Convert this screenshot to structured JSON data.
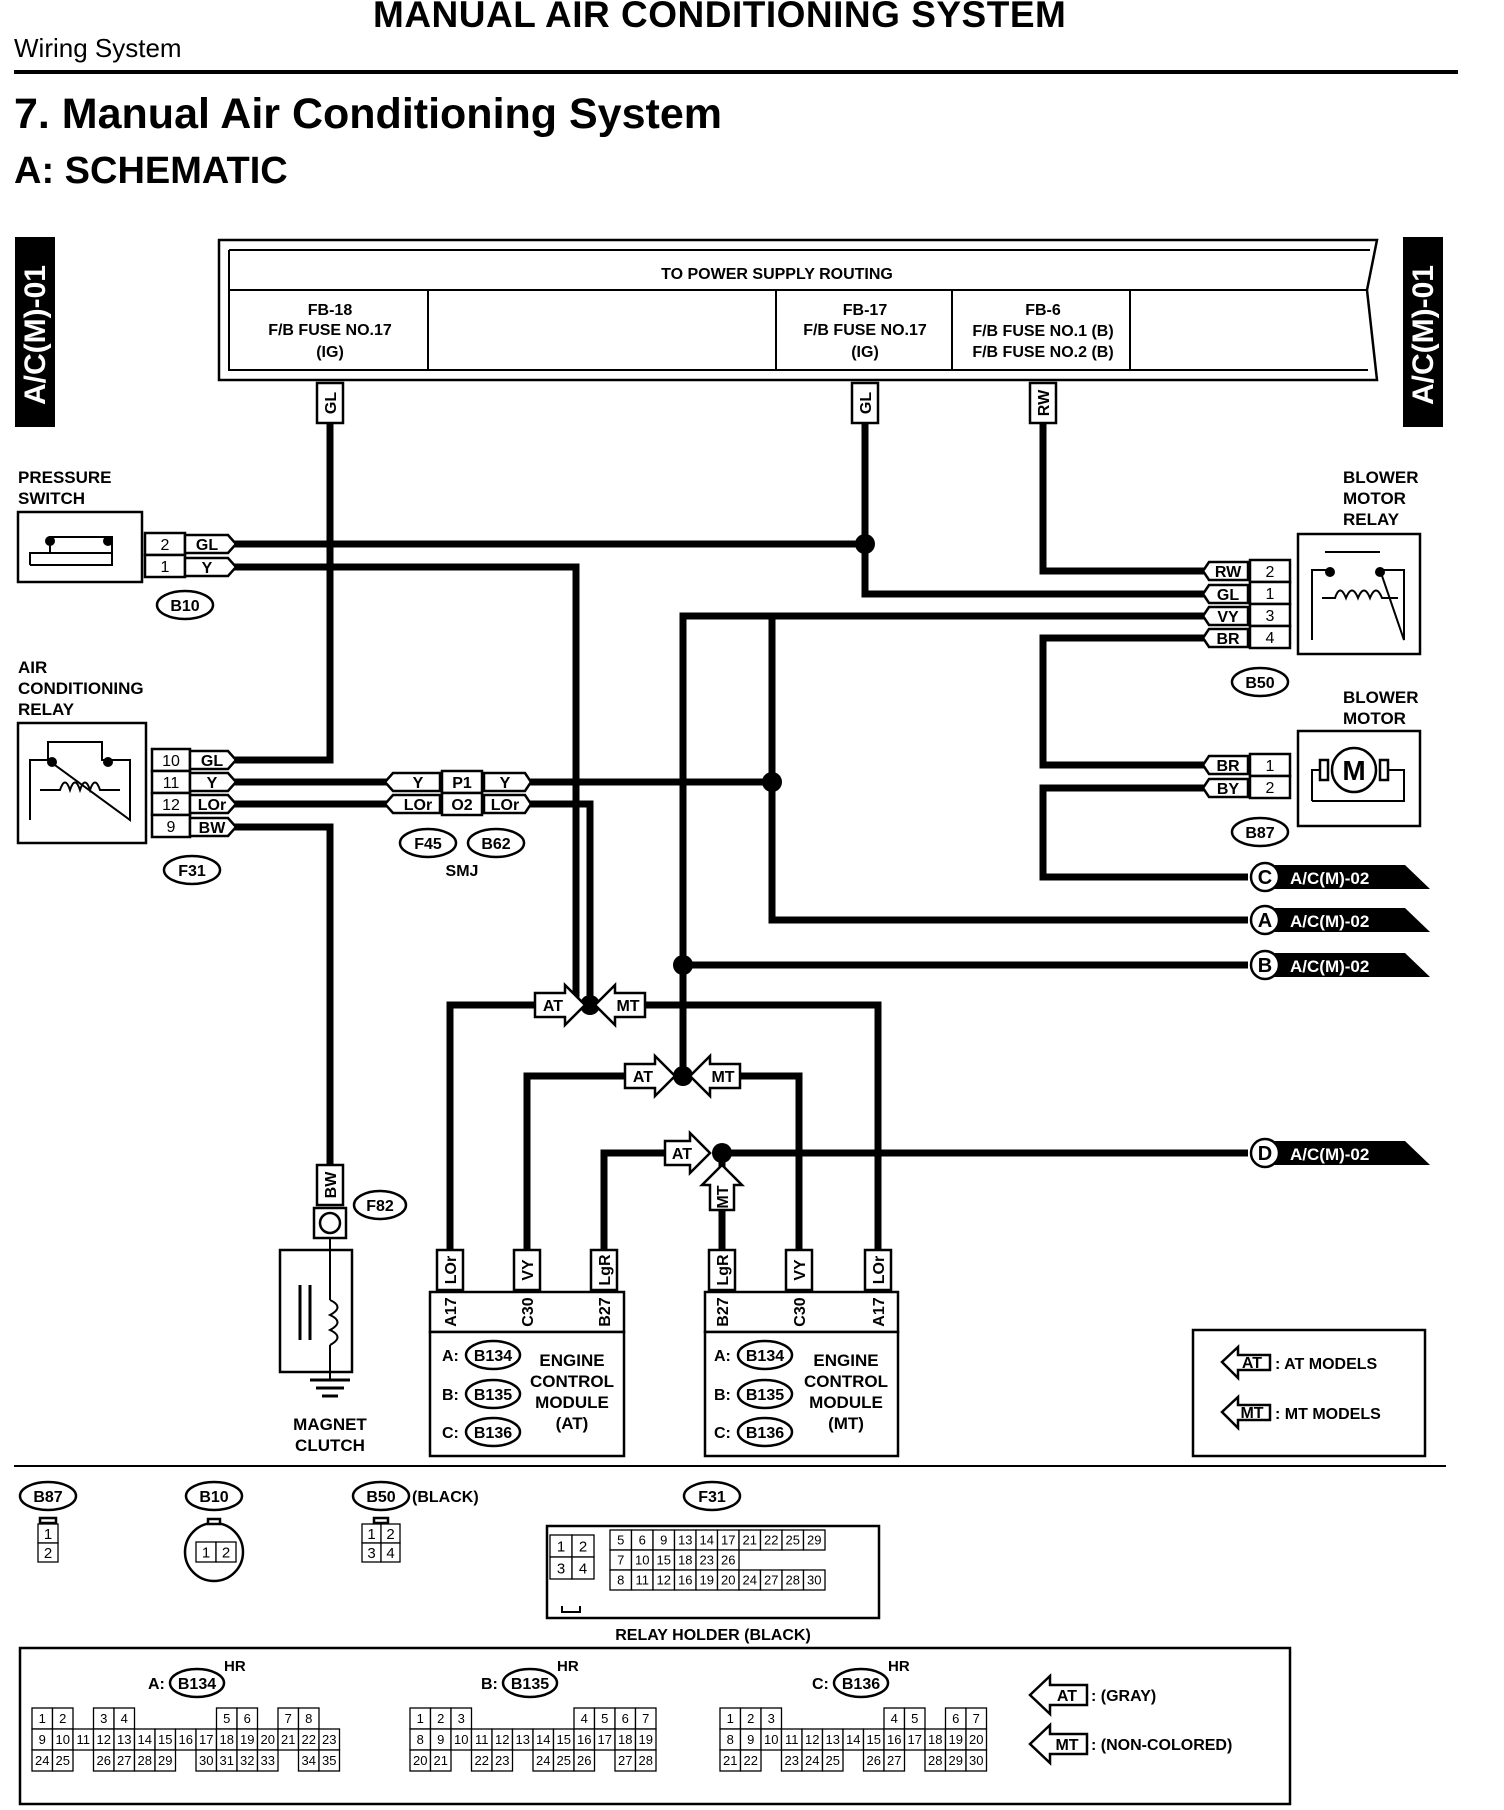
{
  "header": {
    "top_title": "MANUAL AIR CONDITIONING SYSTEM",
    "section_left": "Wiring System"
  },
  "section_title": "7.  Manual Air Conditioning System",
  "subsection_title": "A:  SCHEMATIC",
  "page_id": "A/C(M)-01",
  "power_box": {
    "title": "TO POWER SUPPLY ROUTING",
    "fb18": [
      "FB-18",
      "F/B FUSE NO.17",
      "(IG)"
    ],
    "fb17": [
      "FB-17",
      "F/B FUSE NO.17",
      "(IG)"
    ],
    "fb6": [
      "FB-6",
      "F/B FUSE NO.1 (B)",
      "F/B FUSE NO.2 (B)"
    ]
  },
  "wire_labels": {
    "gl": "GL",
    "y": "Y",
    "rw": "RW",
    "vy": "VY",
    "br": "BR",
    "by": "BY",
    "lor": "LOr",
    "bw": "BW",
    "lgr": "LgR"
  },
  "components": {
    "pressure_switch": "PRESSURE\nSWITCH",
    "ac_relay": "AIR\nCONDITIONING\nRELAY",
    "blower_relay": "BLOWER\nMOTOR\nRELAY",
    "blower_motor": "BLOWER\nMOTOR",
    "motor_symbol": "M",
    "magnet_clutch": "MAGNET\nCLUTCH",
    "smj": "SMJ",
    "ecm_at": "ENGINE\nCONTROL\nMODULE\n(AT)",
    "ecm_mt": "ENGINE\nCONTROL\nMODULE\n(MT)"
  },
  "connectors": {
    "b10": "B10",
    "f31": "F31",
    "b50": "B50",
    "b87": "B87",
    "f45": "F45",
    "b62": "B62",
    "f82": "F82",
    "b134": "B134",
    "b135": "B135",
    "b136": "B136"
  },
  "pins": {
    "p1": "1",
    "p2": "2",
    "p3": "3",
    "p4": "4",
    "p9": "9",
    "p10": "10",
    "p11": "11",
    "p12": "12",
    "smj_p1": "P1",
    "smj_o2": "O2",
    "a17": "A17",
    "c30": "C30",
    "b27": "B27",
    "ecm_a": "A:",
    "ecm_b": "B:",
    "ecm_c": "C:"
  },
  "markers": {
    "at": "AT",
    "mt": "MT",
    "c": "C",
    "a": "A",
    "b": "B",
    "d": "D",
    "ref": "A/C(M)-02"
  },
  "legend": {
    "at_models": ": AT MODELS",
    "mt_models": ": MT MODELS"
  },
  "connector_views": {
    "b50_color": "(BLACK)",
    "relay_holder": "RELAY HOLDER (BLACK)",
    "hr": "HR",
    "a_prefix": "A:",
    "b_prefix": "B:",
    "c_prefix": "C:",
    "gray": ": (GRAY)",
    "non_colored": ": (NON-COLORED)"
  },
  "pin_grids": {
    "b87": [
      [
        "1"
      ],
      [
        "2"
      ]
    ],
    "b10": [
      [
        "1",
        "2"
      ]
    ],
    "b50": [
      [
        "1",
        "2"
      ],
      [
        "3",
        "4"
      ]
    ],
    "f31_block1": [
      [
        "1",
        "2"
      ],
      [
        "3",
        "4"
      ]
    ],
    "f31_block2": [
      [
        "5",
        "6",
        "9",
        "13",
        "14",
        "17",
        "21",
        "22",
        "25",
        "29"
      ],
      [
        "7",
        "10",
        "15",
        "18",
        "23",
        "26"
      ],
      [
        "8",
        "11",
        "12",
        "16",
        "19",
        "20",
        "24",
        "27",
        "28",
        "30"
      ]
    ],
    "b134": [
      [
        "1",
        "2",
        "",
        "3",
        "4",
        "",
        "",
        "",
        "",
        "5",
        "6",
        "",
        "7",
        "8"
      ],
      [
        "9",
        "10",
        "11",
        "12",
        "13",
        "14",
        "15",
        "16",
        "17",
        "18",
        "19",
        "20",
        "21",
        "22",
        "23"
      ],
      [
        "24",
        "25",
        "",
        "26",
        "27",
        "28",
        "29",
        "",
        "30",
        "31",
        "32",
        "33",
        "",
        "34",
        "35"
      ]
    ],
    "b135": [
      [
        "1",
        "2",
        "3",
        "",
        "",
        "",
        "",
        "",
        "4",
        "5",
        "6",
        "7"
      ],
      [
        "8",
        "9",
        "10",
        "11",
        "12",
        "13",
        "14",
        "15",
        "16",
        "17",
        "18",
        "19"
      ],
      [
        "20",
        "21",
        "",
        "22",
        "23",
        "",
        "24",
        "25",
        "26",
        "",
        "27",
        "28"
      ]
    ],
    "b136": [
      [
        "1",
        "2",
        "3",
        "",
        "",
        "",
        "",
        "",
        "4",
        "5",
        "",
        "6",
        "7"
      ],
      [
        "8",
        "9",
        "10",
        "11",
        "12",
        "13",
        "14",
        "15",
        "16",
        "17",
        "18",
        "19",
        "20"
      ],
      [
        "21",
        "22",
        "",
        "23",
        "24",
        "25",
        "",
        "26",
        "27",
        "",
        "28",
        "29",
        "30"
      ]
    ]
  }
}
